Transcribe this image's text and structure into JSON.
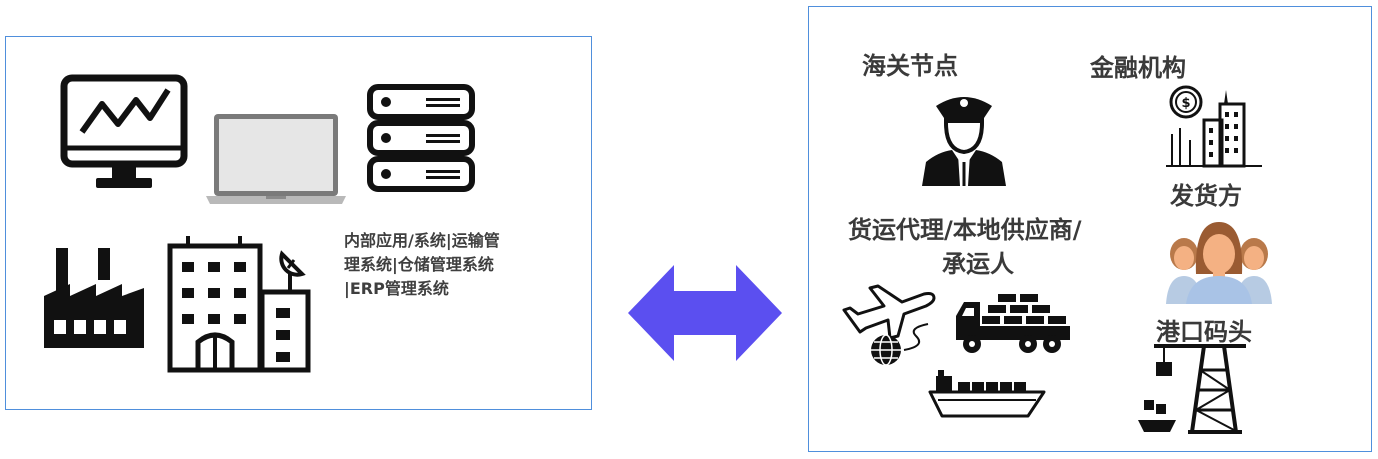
{
  "left": {
    "description_lines": [
      "内部应用/系统|运输管",
      "理系统|仓储管理系统",
      "|ERP管理系统"
    ]
  },
  "right": {
    "customs": "海关节点",
    "finance": "金融机构",
    "shipper": "发货方",
    "forwarder_line1": "货运代理/本地供应商/",
    "forwarder_line2": "承运人",
    "port": "港口码头"
  },
  "colors": {
    "border": "#4f8fdc",
    "arrow": "#5b4ff0",
    "skin": "#f4b183"
  }
}
